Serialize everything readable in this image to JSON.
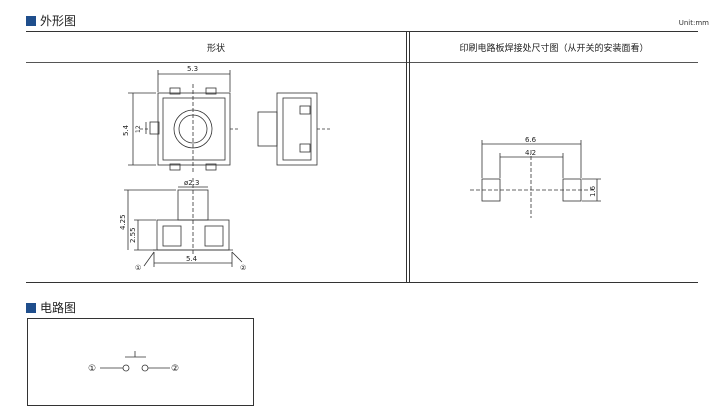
{
  "sections": {
    "outline_title": "外形图",
    "circuit_title": "电路图"
  },
  "unit": "Unit:mm",
  "table": {
    "col1_header": "形状",
    "col2_header": "印刷电路板焊接处尺寸图（从开关的安装面看）"
  },
  "dims": {
    "top_width": "5.3",
    "side_height": "5.4",
    "small_12": "12",
    "phi": "ø2.3",
    "h425": "4.25",
    "h255": "2.55",
    "bottom_width": "5.4",
    "pad_outer": "6.6",
    "pad_inner": "4.2",
    "pad_h": "1.6"
  },
  "terminals": {
    "t1": "①",
    "t2": "②"
  },
  "colors": {
    "accent": "#1f4e8c"
  }
}
